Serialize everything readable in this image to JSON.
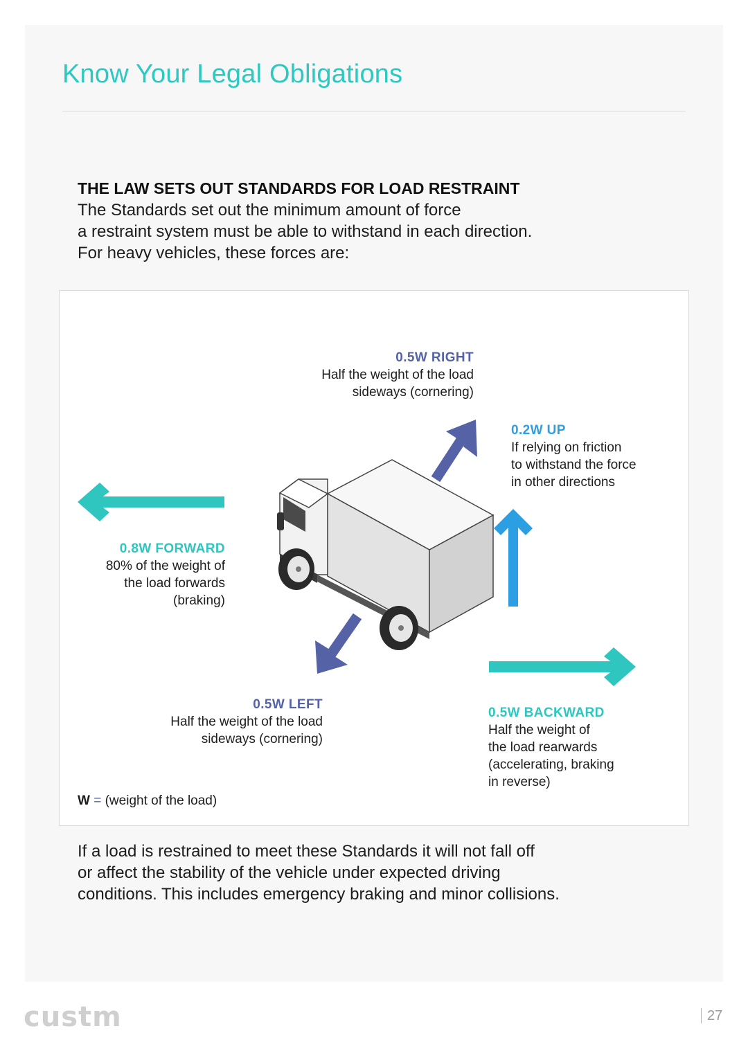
{
  "page_title": "Know Your Legal Obligations",
  "section_heading": "THE LAW SETS OUT STANDARDS FOR LOAD RESTRAINT",
  "intro_lines": [
    "The Standards set out the minimum amount of force",
    "a restraint system must be able to withstand in each direction.",
    "For heavy vehicles, these forces are:"
  ],
  "forces": {
    "right": {
      "heading": "0.5W RIGHT",
      "lines": [
        "Half the weight of the load",
        "sideways (cornering)"
      ]
    },
    "up": {
      "heading": "0.2W UP",
      "lines": [
        "If relying on friction",
        "to withstand the force",
        "in other directions"
      ]
    },
    "forward": {
      "heading": "0.8W FORWARD",
      "lines": [
        "80% of the weight of",
        "the load forwards",
        "(braking)"
      ]
    },
    "left": {
      "heading": "0.5W LEFT",
      "lines": [
        "Half the weight of the load",
        "sideways (cornering)"
      ]
    },
    "backward": {
      "heading": "0.5W BACKWARD",
      "lines": [
        "Half the weight of",
        "the load rearwards",
        "(accelerating, braking",
        "in reverse)"
      ]
    }
  },
  "legend": {
    "symbol": "W",
    "equals": "=",
    "text": "(weight of the load)"
  },
  "outro_lines": [
    "If a load is restrained to meet these Standards it will not fall off",
    "or affect the stability of the vehicle under expected driving",
    "conditions. This includes emergency braking and minor collisions."
  ],
  "logo_text": "custm",
  "page_number": "27",
  "colors": {
    "title": "#2dc8c0",
    "blue_arrow": "#5563a6",
    "teal_arrow": "#2ec6bf",
    "sky_arrow": "#2c9fe3"
  }
}
